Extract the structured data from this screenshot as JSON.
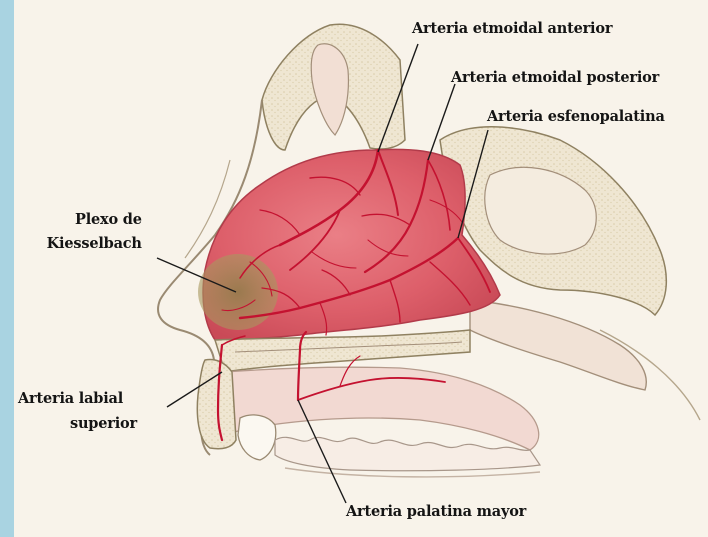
{
  "labels": {
    "etmoidal_anterior": "Arteria etmoidal anterior",
    "etmoidal_posterior": "Arteria etmoidal posterior",
    "esfenopalatina": "Arteria esfenopalatina",
    "kiesselbach_line1": "Plexo de",
    "kiesselbach_line2": "Kiesselbach",
    "labial_line1": "Arteria labial",
    "labial_line2": "superior",
    "palatina_mayor": "Arteria palatina mayor"
  },
  "colors": {
    "frame_border": "#a9d3e1",
    "background": "#f8f3ea",
    "mucosa": "#e0656e",
    "artery": "#c41230",
    "bone": "#ede3cc",
    "plexus": "#9c8a53"
  }
}
